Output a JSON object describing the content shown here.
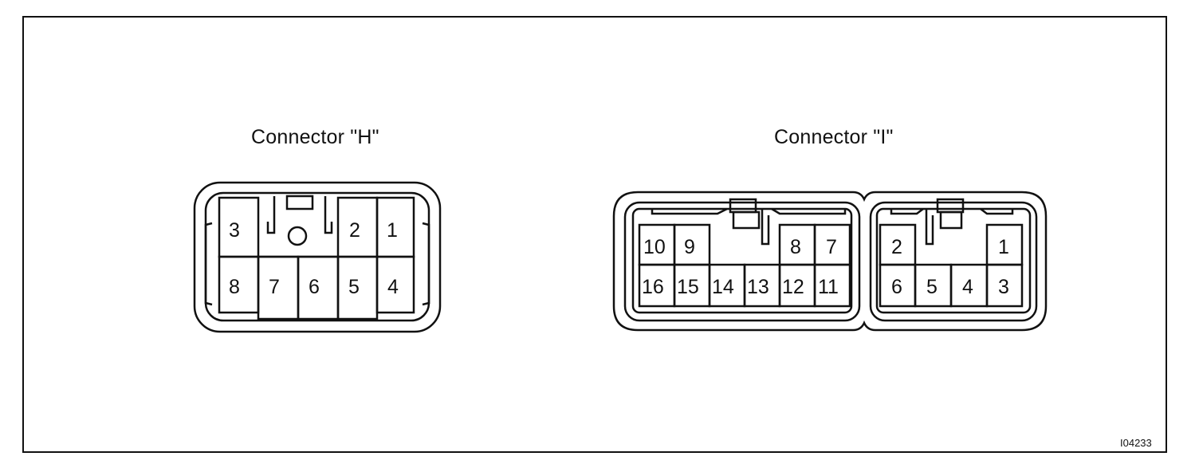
{
  "connector_h": {
    "title": "Connector \"H\"",
    "pins": [
      "1",
      "2",
      "3",
      "4",
      "5",
      "6",
      "7",
      "8"
    ]
  },
  "connector_i": {
    "title": "Connector \"I\"",
    "left_block_pins": [
      "7",
      "8",
      "9",
      "10",
      "11",
      "12",
      "13",
      "14",
      "15",
      "16"
    ],
    "right_block_pins": [
      "1",
      "2",
      "3",
      "4",
      "5",
      "6"
    ]
  },
  "figure_code": "I04233"
}
